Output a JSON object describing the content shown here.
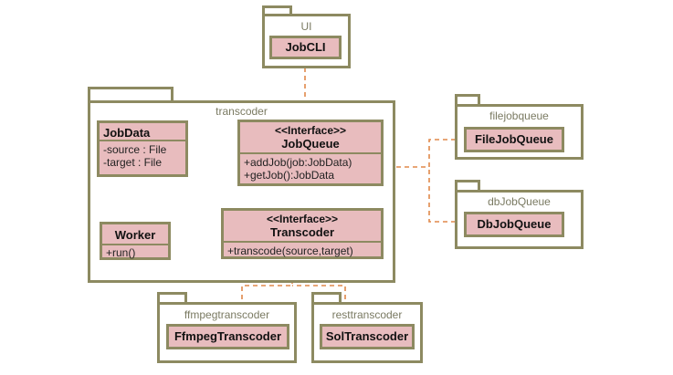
{
  "colors": {
    "frame": "#8d8a61",
    "class_fill": "#e8bcbe",
    "arrow": "#e0884a",
    "label": "#7a7a62"
  },
  "packages": {
    "ui": "UI",
    "transcoder": "transcoder",
    "filejobqueue": "filejobqueue",
    "dbjobqueue": "dbJobQueue",
    "ffmpegtranscoder": "ffmpegtranscoder",
    "resttranscoder": "resttranscoder"
  },
  "classes": {
    "jobcli": {
      "name": "JobCLI"
    },
    "jobdata": {
      "name": "JobData",
      "attributes": [
        "-source : File",
        "-target : File"
      ]
    },
    "jobqueue": {
      "stereotype": "<<Interface>>",
      "name": "JobQueue",
      "operations": [
        "+addJob(job:JobData)",
        "+getJob():JobData"
      ]
    },
    "worker": {
      "name": "Worker",
      "operations": [
        "+run()"
      ]
    },
    "transcoder": {
      "stereotype": "<<Interface>>",
      "name": "Transcoder",
      "operations": [
        "+transcode(source,target)"
      ]
    },
    "filejobqueue": {
      "name": "FileJobQueue"
    },
    "dbjobqueue": {
      "name": "DbJobQueue"
    },
    "ffmpegtranscoder": {
      "name": "FfmpegTranscoder"
    },
    "soltranscoder": {
      "name": "SolTranscoder"
    }
  }
}
